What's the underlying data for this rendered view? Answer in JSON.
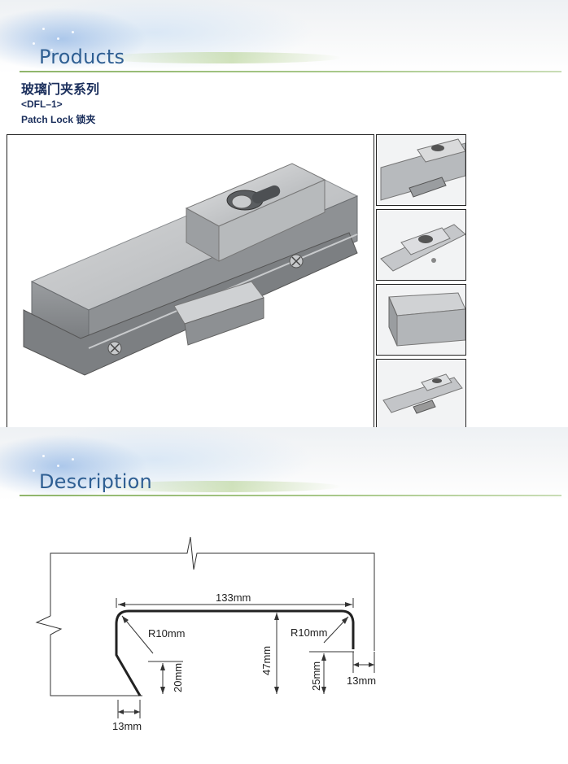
{
  "sections": {
    "products_title": "Products",
    "description_title": "Description"
  },
  "product": {
    "series_cn": "玻璃门夹系列",
    "model": "<DFL–1>",
    "name": "Patch Lock 锁夹"
  },
  "diagram": {
    "width_label": "133mm",
    "radius_left_label": "R10mm",
    "radius_right_label": "R10mm",
    "height_label": "47mm",
    "left_lip_label": "20mm",
    "right_lip_label": "25mm",
    "right_gap_label": "13mm",
    "left_gap_label": "13mm"
  },
  "colors": {
    "title_blue": "#2f5f93",
    "heading_navy": "#1b2f5c",
    "rule_green": "#8fb56a"
  }
}
